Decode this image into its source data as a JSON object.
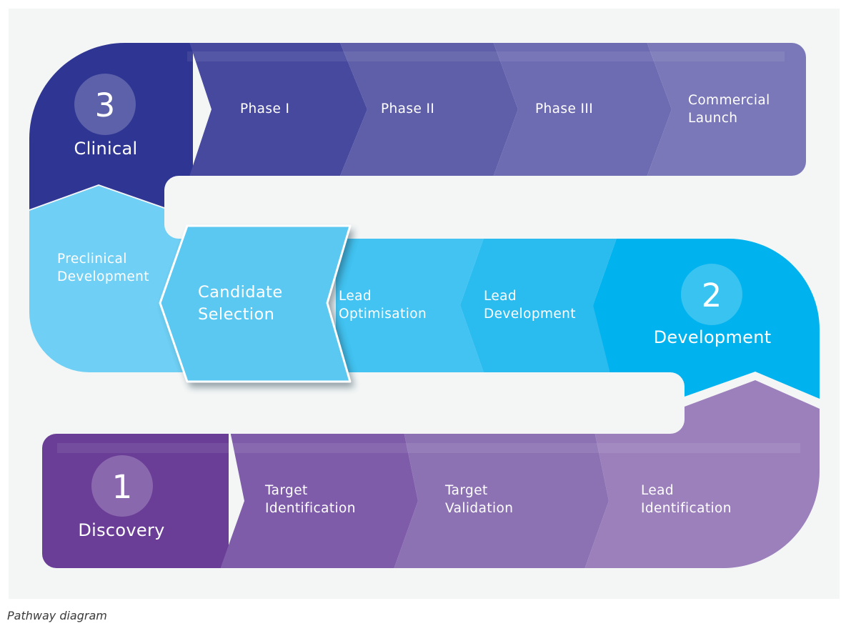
{
  "stages": {
    "clinical": {
      "number": "3",
      "name": "Clinical"
    },
    "development": {
      "number": "2",
      "name": "Development"
    },
    "discovery": {
      "number": "1",
      "name": "Discovery"
    }
  },
  "steps": {
    "phase_1": [
      "Phase I"
    ],
    "phase_2": [
      "Phase II"
    ],
    "phase_3": [
      "Phase III"
    ],
    "commercial_launch": [
      "Commercial",
      "Launch"
    ],
    "preclinical_development": [
      "Preclinical",
      "Development"
    ],
    "candidate_selection": [
      "Candidate",
      "Selection"
    ],
    "lead_optimisation": [
      "Lead",
      "Optimisation"
    ],
    "lead_development": [
      "Lead",
      "Development"
    ],
    "target_identification": [
      "Target",
      "Identification"
    ],
    "target_validation": [
      "Target",
      "Validation"
    ],
    "lead_identification": [
      "Lead",
      "Identification"
    ]
  },
  "caption": "Pathway diagram",
  "colors": {
    "clinical": [
      "#2f3592",
      "#46499e",
      "#5e5ea9",
      "#6d6bb2",
      "#7a78b8"
    ],
    "development": [
      "#6fcff4",
      "#5bc8f2",
      "#42c3f1",
      "#2abbef",
      "#00b2ee"
    ],
    "discovery": [
      "#6a3e97",
      "#7e5ca9",
      "#8c72b3",
      "#9c80bb"
    ],
    "background": "#f4f6f6"
  }
}
